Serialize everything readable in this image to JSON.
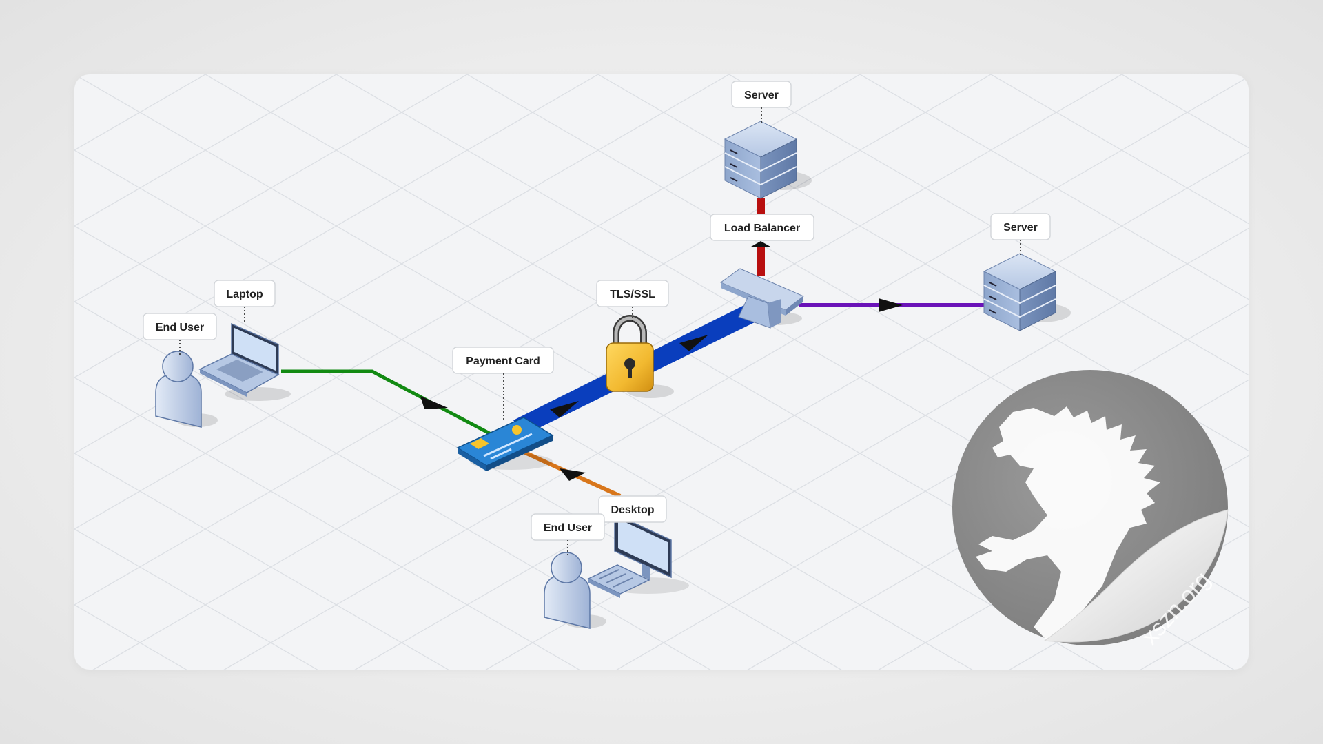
{
  "labels": {
    "server_top": "Server",
    "server_right": "Server",
    "load_balancer": "Load Balancer",
    "tls_ssl": "TLS/SSL",
    "laptop": "Laptop",
    "end_user_left": "End User",
    "payment_card": "Payment Card",
    "desktop": "Desktop",
    "end_user_bottom": "End User"
  },
  "watermark": {
    "text": "xszn.org"
  },
  "colors": {
    "link_laptop_card": "#128a12",
    "link_card_lb": "#0a3ebd",
    "link_desktop_card": "#d8761b",
    "link_lb_server_top": "#b80f0f",
    "link_lb_server_right": "#6a12b8",
    "device_blue": "#a9bfe0",
    "lock_gold": "#f2b930",
    "card_blue": "#2a86d6",
    "sticker_gray": "#8a8a8a"
  },
  "icons": [
    "server-icon",
    "load-balancer-icon",
    "padlock-icon",
    "laptop-icon",
    "user-icon",
    "payment-card-icon",
    "desktop-icon",
    "godzilla-sticker-icon"
  ]
}
